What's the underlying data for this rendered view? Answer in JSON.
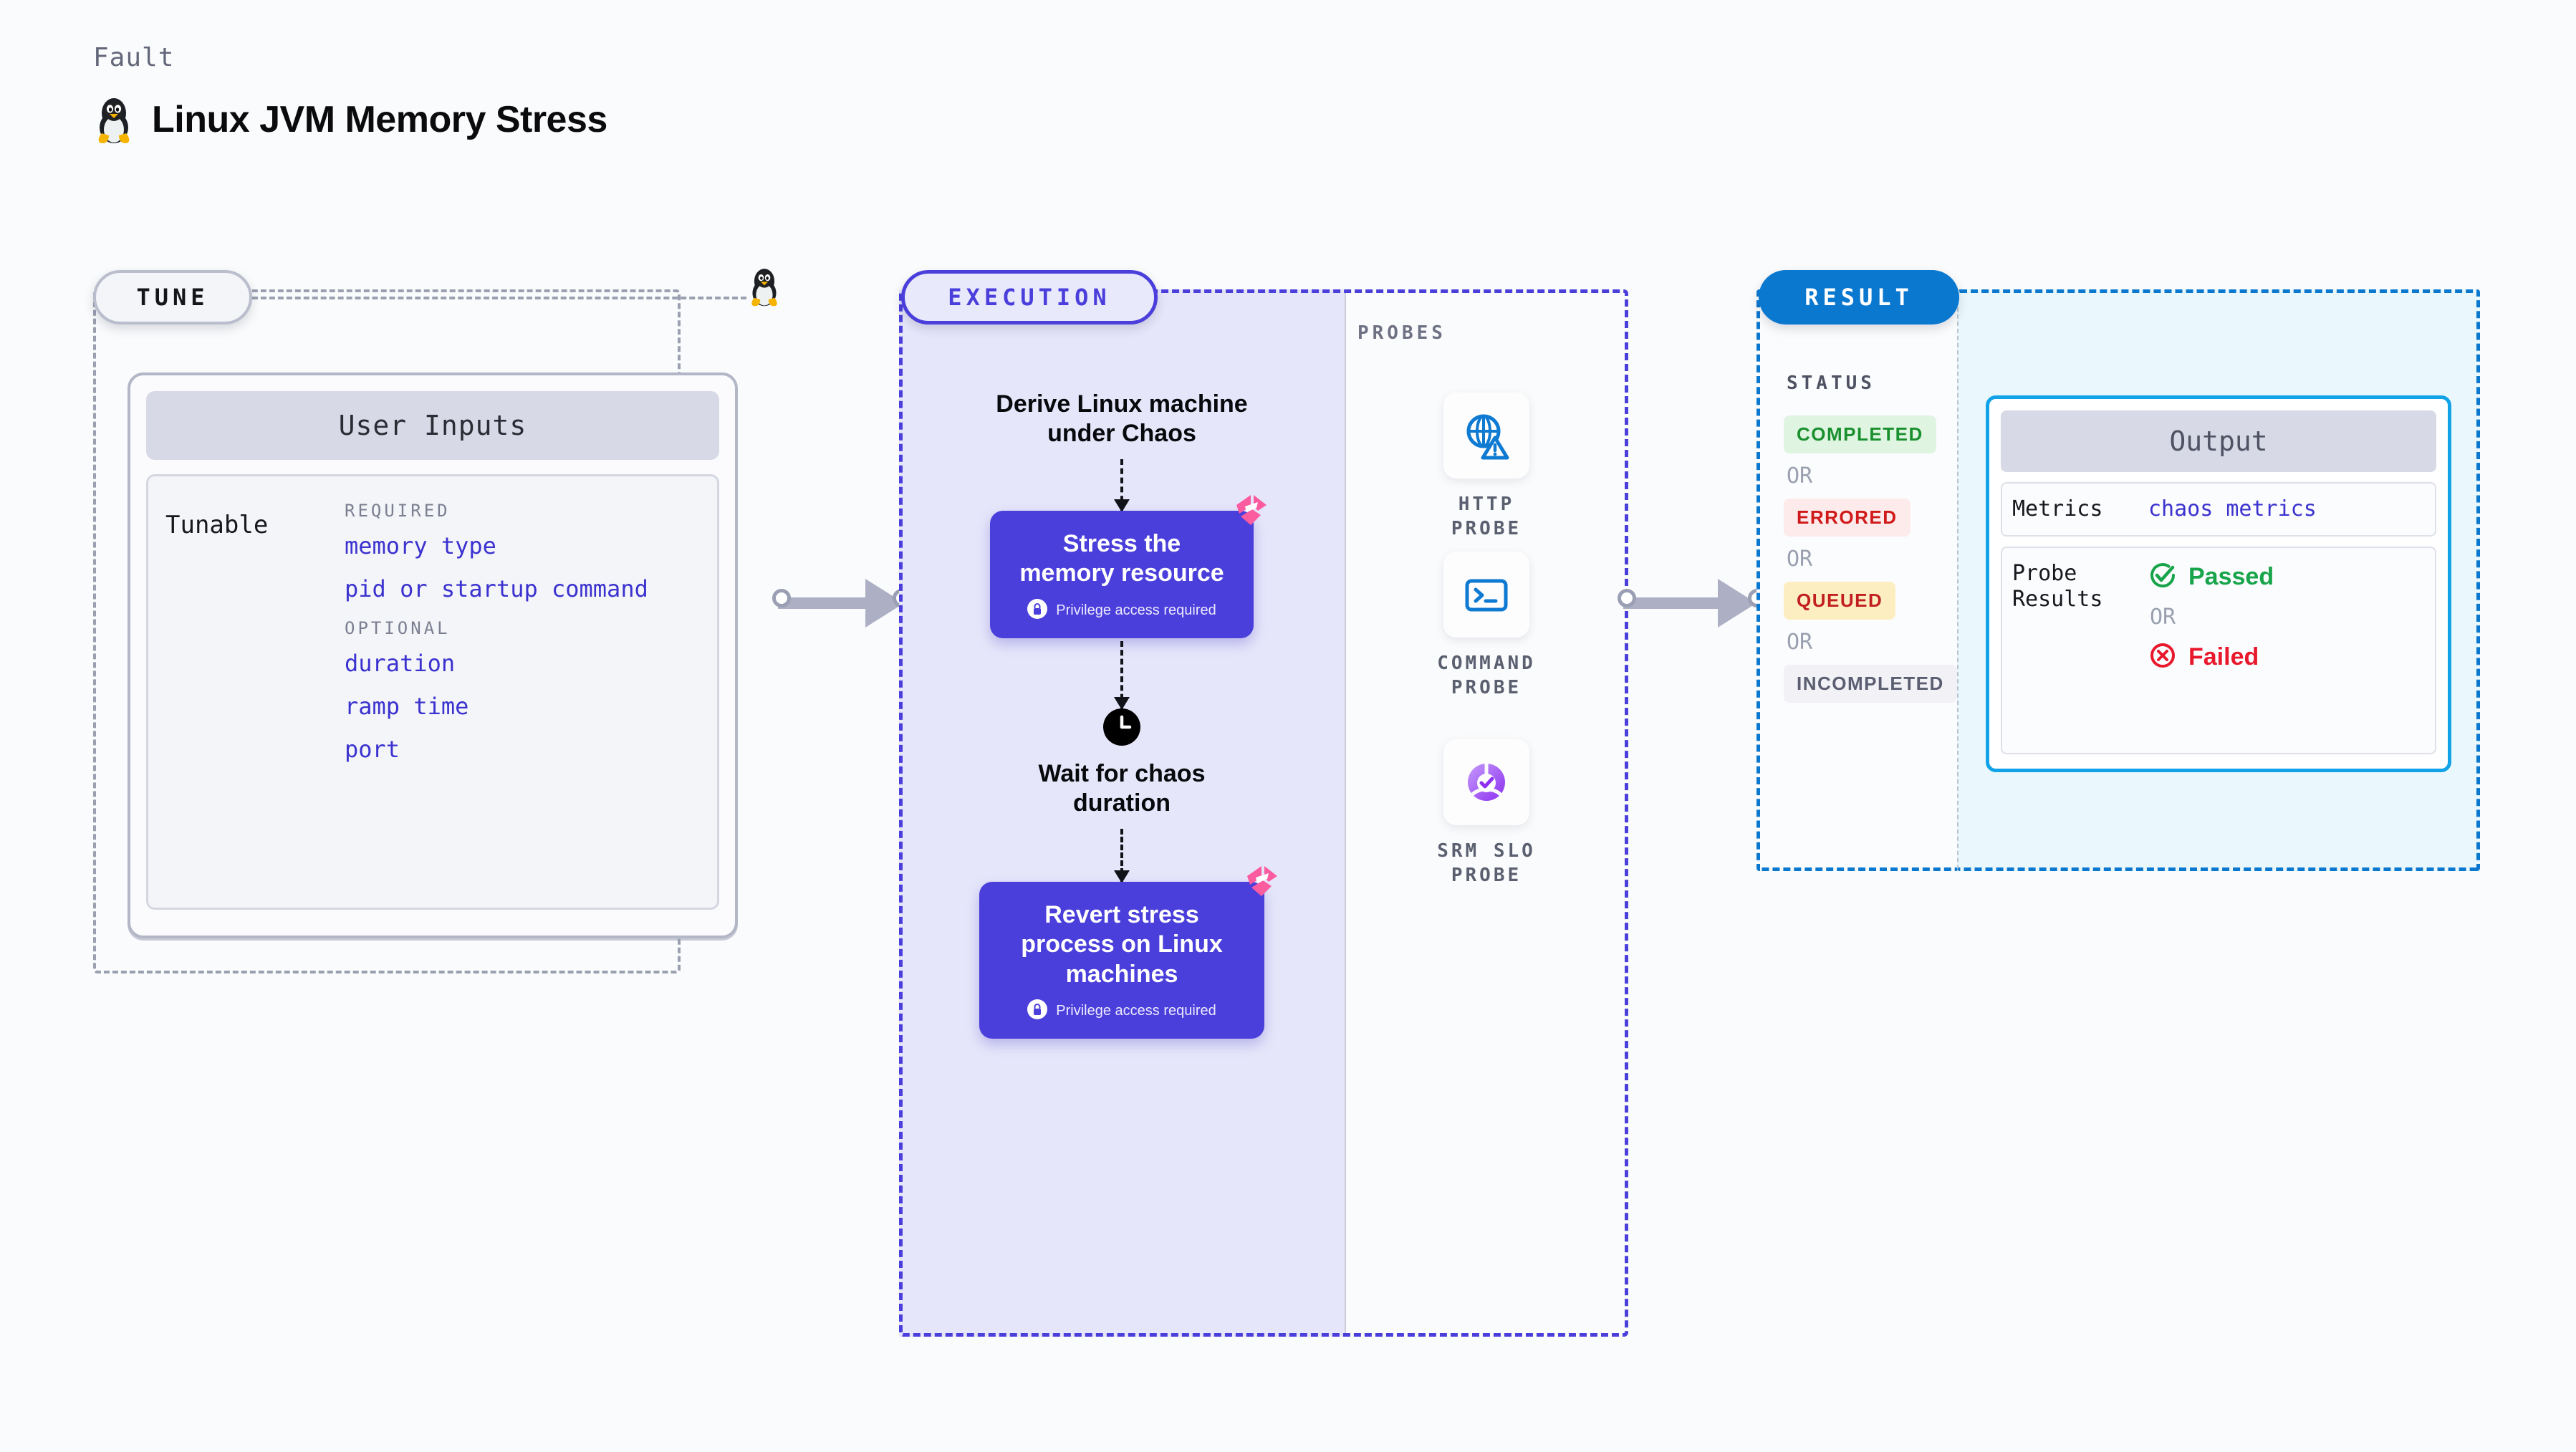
{
  "header": {
    "kicker": "Fault",
    "title": "Linux JVM Memory Stress",
    "icon": "linux-penguin-icon"
  },
  "tune": {
    "badge": "TUNE",
    "card_title": "User Inputs",
    "tunable_label": "Tunable",
    "groups": [
      {
        "title": "REQUIRED",
        "fields": [
          "memory type",
          "pid or startup command"
        ]
      },
      {
        "title": "OPTIONAL",
        "fields": [
          "duration",
          "ramp time",
          "port"
        ]
      }
    ]
  },
  "execution": {
    "badge": "EXECUTION",
    "steps": [
      {
        "type": "text",
        "label": "Derive Linux machine under Chaos"
      },
      {
        "type": "action",
        "label": "Stress the memory resource",
        "privilege": "Privilege access required",
        "flag": "harness-flag-icon"
      },
      {
        "type": "wait",
        "label": "Wait for chaos duration",
        "icon": "clock-icon"
      },
      {
        "type": "action",
        "label": "Revert stress process on Linux machines",
        "privilege": "Privilege access required",
        "flag": "harness-flag-icon"
      }
    ]
  },
  "probes": {
    "label": "PROBES",
    "items": [
      {
        "name": "HTTP PROBE",
        "icon": "globe-alert-icon"
      },
      {
        "name": "COMMAND PROBE",
        "icon": "terminal-icon"
      },
      {
        "name": "SRM SLO PROBE",
        "icon": "slo-check-icon"
      }
    ]
  },
  "result": {
    "badge": "RESULT",
    "status_title": "STATUS",
    "or_text": "OR",
    "statuses": [
      {
        "label": "COMPLETED",
        "bg": "#dff5e1",
        "fg": "#1a8f2e"
      },
      {
        "label": "ERRORED",
        "bg": "#fdeaea",
        "fg": "#d01919"
      },
      {
        "label": "QUEUED",
        "bg": "#fdeec2",
        "fg": "#c21f1f"
      },
      {
        "label": "INCOMPLETED",
        "bg": "#f1f1f6",
        "fg": "#5a5e70"
      }
    ],
    "output": {
      "title": "Output",
      "metrics_key": "Metrics",
      "metrics_value": "chaos metrics",
      "probe_key": "Probe Results",
      "passed": "Passed",
      "failed": "Failed",
      "or_text": "OR"
    }
  },
  "colors": {
    "accent_purple": "#4b3fdb",
    "accent_blue": "#0b78d0",
    "flag_pink": "#fb5ca0",
    "tune_border": "#9aa0b0",
    "output_border": "#11a2e8"
  }
}
